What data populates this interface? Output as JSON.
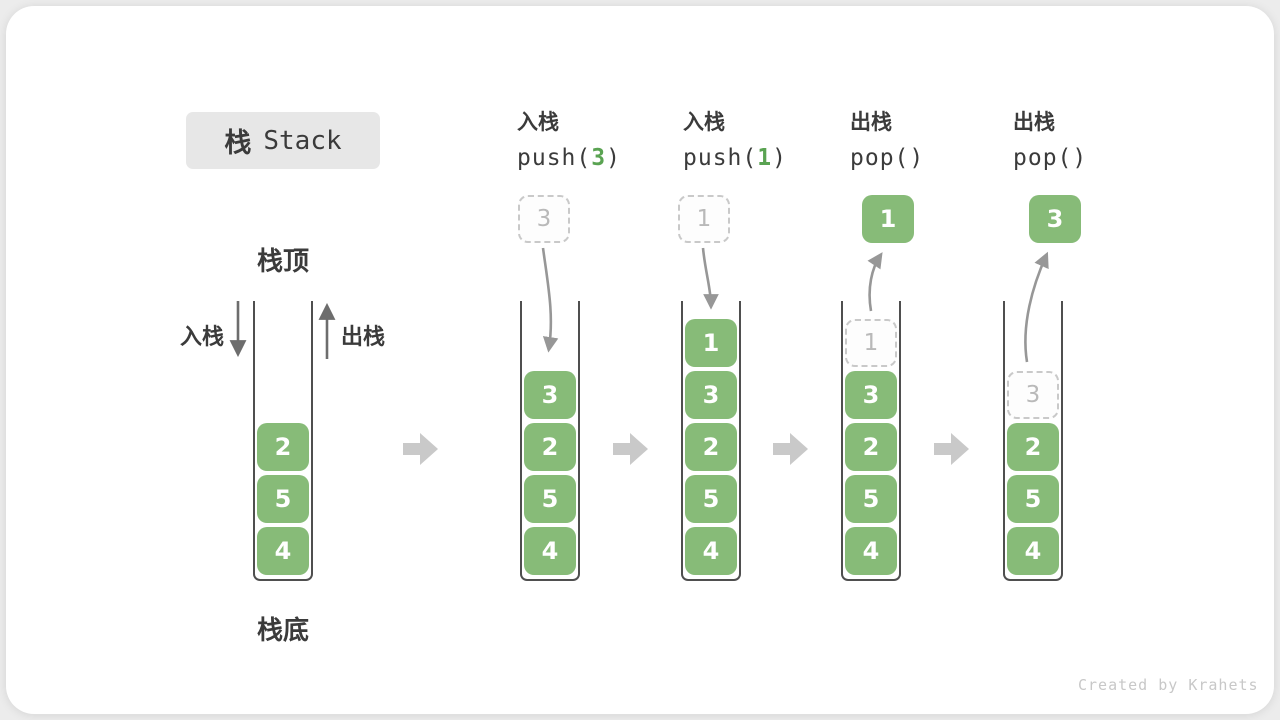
{
  "title": {
    "zh": "栈",
    "en": "Stack"
  },
  "legend": {
    "stack_top": "栈顶",
    "stack_bottom": "栈底",
    "push_label": "入栈",
    "pop_label": "出栈"
  },
  "operations": [
    {
      "kind": "入栈",
      "code_prefix": "push(",
      "code_arg": "3",
      "code_suffix": ")"
    },
    {
      "kind": "入栈",
      "code_prefix": "push(",
      "code_arg": "1",
      "code_suffix": ")"
    },
    {
      "kind": "出栈",
      "code_prefix": "pop()",
      "code_arg": "",
      "code_suffix": ""
    },
    {
      "kind": "出栈",
      "code_prefix": "pop()",
      "code_arg": "",
      "code_suffix": ""
    }
  ],
  "floating_boxes": [
    {
      "value": "3",
      "style": "dashed"
    },
    {
      "value": "1",
      "style": "dashed"
    },
    {
      "value": "1",
      "style": "solid"
    },
    {
      "value": "3",
      "style": "solid"
    }
  ],
  "stacks": [
    {
      "blocks": [
        {
          "value": "2",
          "style": "solid"
        },
        {
          "value": "5",
          "style": "solid"
        },
        {
          "value": "4",
          "style": "solid"
        }
      ]
    },
    {
      "blocks": [
        {
          "value": "3",
          "style": "solid"
        },
        {
          "value": "2",
          "style": "solid"
        },
        {
          "value": "5",
          "style": "solid"
        },
        {
          "value": "4",
          "style": "solid"
        }
      ]
    },
    {
      "blocks": [
        {
          "value": "1",
          "style": "solid"
        },
        {
          "value": "3",
          "style": "solid"
        },
        {
          "value": "2",
          "style": "solid"
        },
        {
          "value": "5",
          "style": "solid"
        },
        {
          "value": "4",
          "style": "solid"
        }
      ]
    },
    {
      "blocks": [
        {
          "value": "1",
          "style": "dashed"
        },
        {
          "value": "3",
          "style": "solid"
        },
        {
          "value": "2",
          "style": "solid"
        },
        {
          "value": "5",
          "style": "solid"
        },
        {
          "value": "4",
          "style": "solid"
        }
      ]
    },
    {
      "blocks": [
        {
          "value": "3",
          "style": "dashed"
        },
        {
          "value": "2",
          "style": "solid"
        },
        {
          "value": "5",
          "style": "solid"
        },
        {
          "value": "4",
          "style": "solid"
        }
      ]
    }
  ],
  "footer": "Created by Krahets",
  "colors": {
    "block_green": "#87bb78",
    "code_arg_green": "#5aa352",
    "dark_text": "#3b3b3b",
    "dashed_gray": "#c9c9c9",
    "flow_arrow_gray": "#c9c9c9",
    "curve_arrow_gray": "#979797",
    "straight_arrow_gray": "#6d6d6d",
    "container_border": "#4f4f4f"
  }
}
